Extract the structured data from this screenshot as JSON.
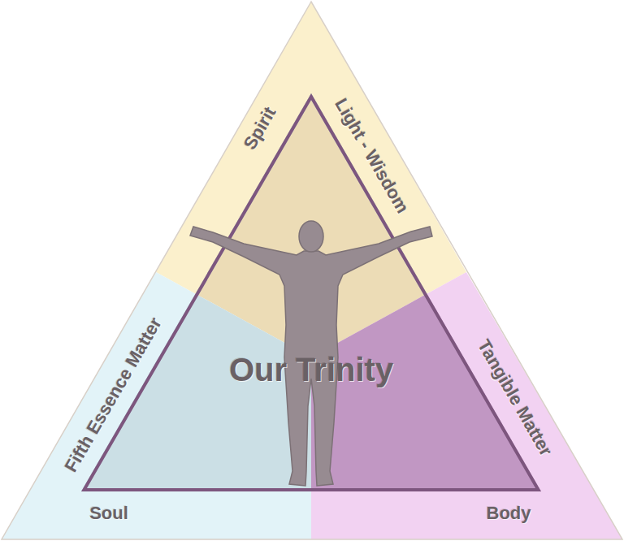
{
  "diagram": {
    "nodes": [
      {
        "text": [
          "Spirit",
          "Light - Wisdom"
        ]
      },
      {
        "text": [
          "Fifth Essence Matter",
          "Soul"
        ]
      },
      {
        "text": [
          "Tangible Matter",
          "Body"
        ]
      }
    ],
    "labels": [
      "Our Trinity"
    ]
  }
}
